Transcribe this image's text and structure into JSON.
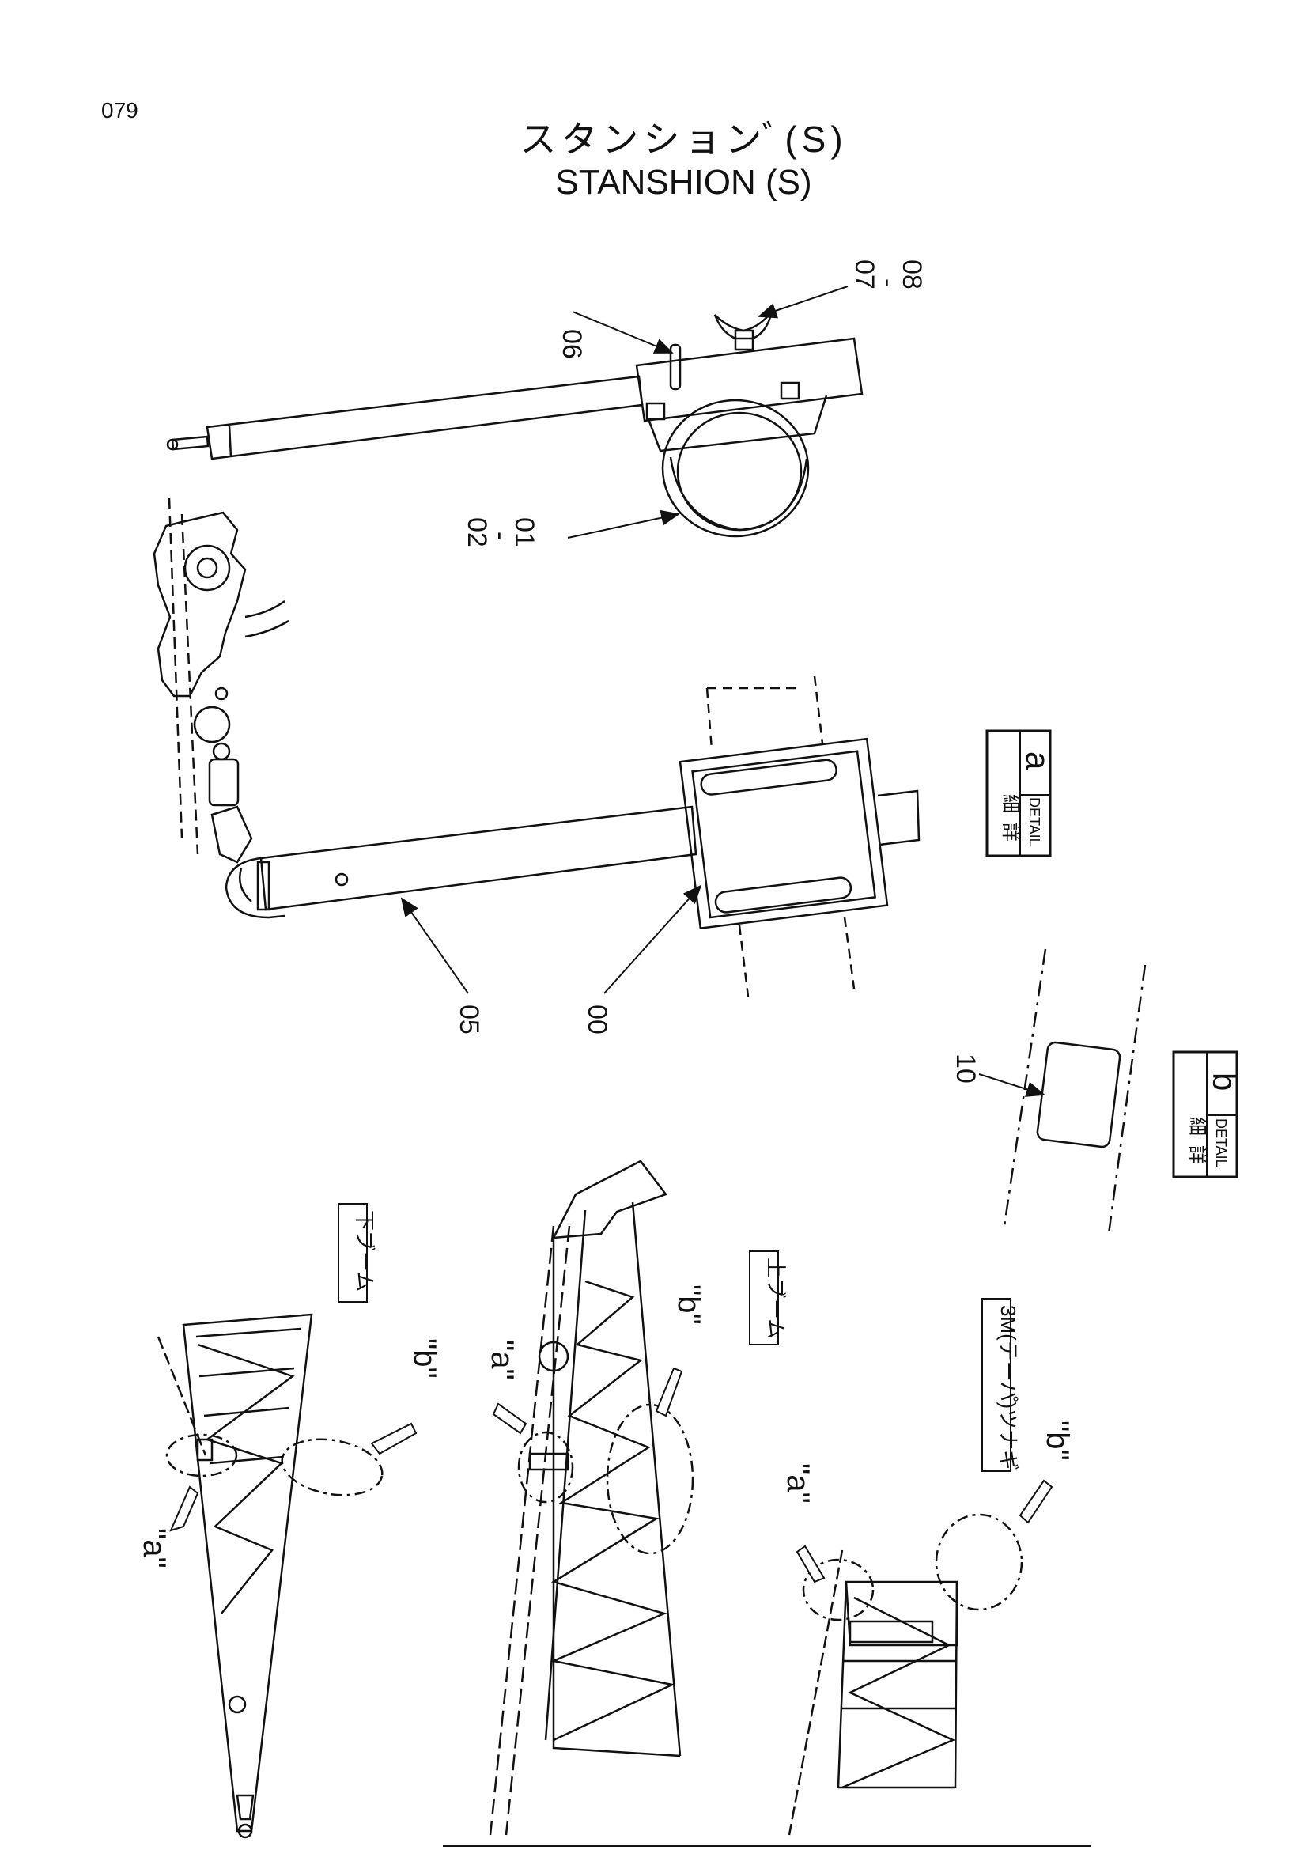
{
  "page_number": "079",
  "title_jp": "スタンションﾞ(S)",
  "title_en": "STANSHION (S)",
  "callouts": {
    "c06": "06",
    "c07": "07",
    "c07_dash": "-",
    "c08": "08",
    "c02": "02",
    "c02_dash": "-",
    "c01": "01",
    "c05": "05",
    "c00": "00",
    "c10": "10"
  },
  "details": {
    "a": {
      "kanji1": "詳",
      "kanji2": "細",
      "label": "DETAIL",
      "letter": "a"
    },
    "b": {
      "kanji1": "詳",
      "kanji2": "細",
      "label": "DETAIL",
      "letter": "b"
    }
  },
  "section_labels": {
    "lower_boom": "下ブーム",
    "upper_boom": "上ブーム",
    "taper_insert": "3M(テーパ)ツナギ"
  },
  "markers": {
    "a": "\"a\"",
    "b": "\"b\""
  }
}
